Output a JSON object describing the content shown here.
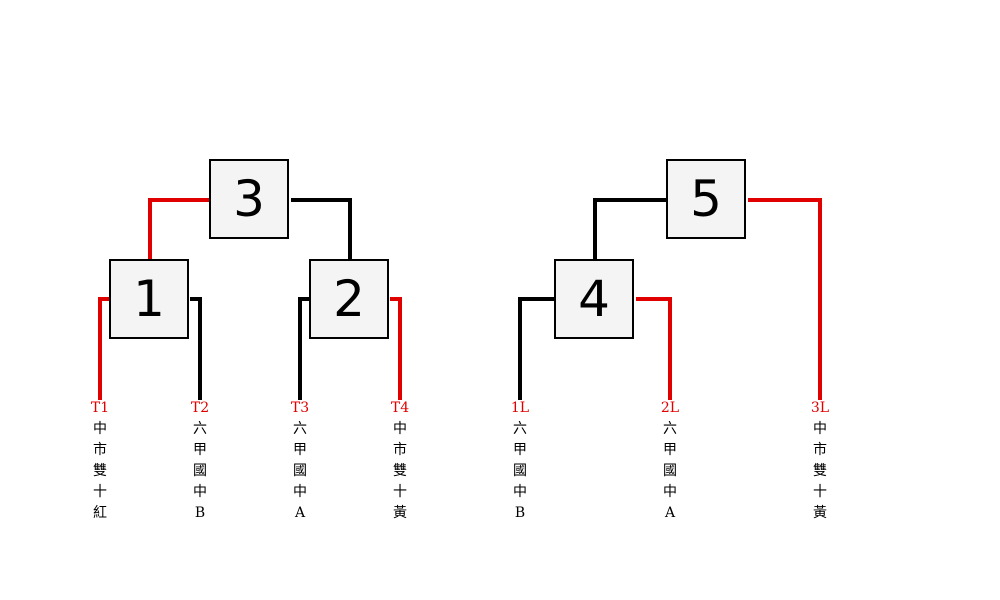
{
  "colors": {
    "winner_line": "#e00000",
    "loser_line": "#000000",
    "box_border": "#000000",
    "box_fill": "#f4f4f4",
    "code_text": "#e00000",
    "team_text": "#000000"
  },
  "matches": {
    "m1": "1",
    "m2": "2",
    "m3": "3",
    "m4": "4",
    "m5": "5"
  },
  "slots": {
    "t1": {
      "code": "T1",
      "team": "中市雙十紅"
    },
    "t2": {
      "code": "T2",
      "team": "六甲國中B"
    },
    "t3": {
      "code": "T3",
      "team": "六甲國中A"
    },
    "t4": {
      "code": "T4",
      "team": "中市雙十黃"
    },
    "l1": {
      "code": "1L",
      "team": "六甲國中B"
    },
    "l2": {
      "code": "2L",
      "team": "六甲國中A"
    },
    "l3": {
      "code": "3L",
      "team": "中市雙十黃"
    }
  }
}
